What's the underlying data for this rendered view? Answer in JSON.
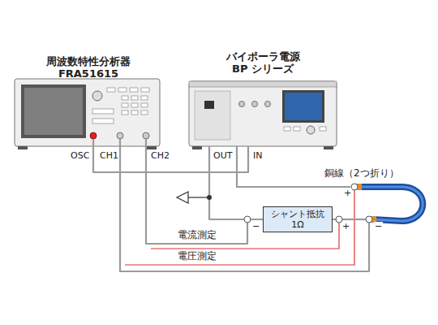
{
  "diagram": {
    "nodes": [
      {
        "text": [
          "周波数特性分析器 FRA51615"
        ]
      },
      {
        "text": [
          "バイポーラ電源 BP シリーズ"
        ]
      },
      {
        "text": [
          "銅線（2つ折り）"
        ]
      },
      {
        "text": [
          "シャント抵抗 1Ω"
        ]
      }
    ],
    "edges": [
      {
        "from": 0,
        "to": 1,
        "arrow": "none"
      },
      {
        "from": 1,
        "to": 2,
        "arrow": "none"
      },
      {
        "from": 2,
        "to": 3,
        "arrow": "none"
      },
      {
        "from": 3,
        "to": 1,
        "arrow": "none"
      },
      {
        "from": 0,
        "to": 3,
        "label": "電流測定",
        "arrow": "none"
      },
      {
        "from": 0,
        "to": 2,
        "label": "電圧測定",
        "arrow": "none"
      }
    ],
    "labels": [
      "OSC",
      "CH1",
      "CH2",
      "OUT",
      "IN",
      "−",
      "+",
      "+",
      "−"
    ]
  }
}
